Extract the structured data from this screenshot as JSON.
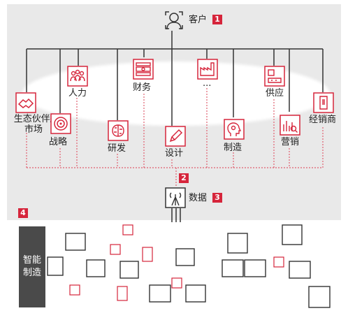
{
  "top": {
    "customer_label": "客户",
    "customer_badge": "1"
  },
  "nodes": {
    "partner": "生态伙伴/\n市场",
    "strategy": "战略",
    "hr": "人力",
    "rnd": "研发",
    "finance": "财务",
    "design": "设计",
    "more": "...",
    "manufacturing": "制造",
    "supply": "供应",
    "marketing": "营销",
    "distributor": "经销商"
  },
  "middle": {
    "badge2": "2",
    "data_label": "数据",
    "badge3": "3"
  },
  "bottom": {
    "badge4": "4",
    "smart_label": "智能\n制造"
  },
  "colors": {
    "accent": "#d6253b",
    "line": "#333333",
    "dotted": "#e06070"
  }
}
